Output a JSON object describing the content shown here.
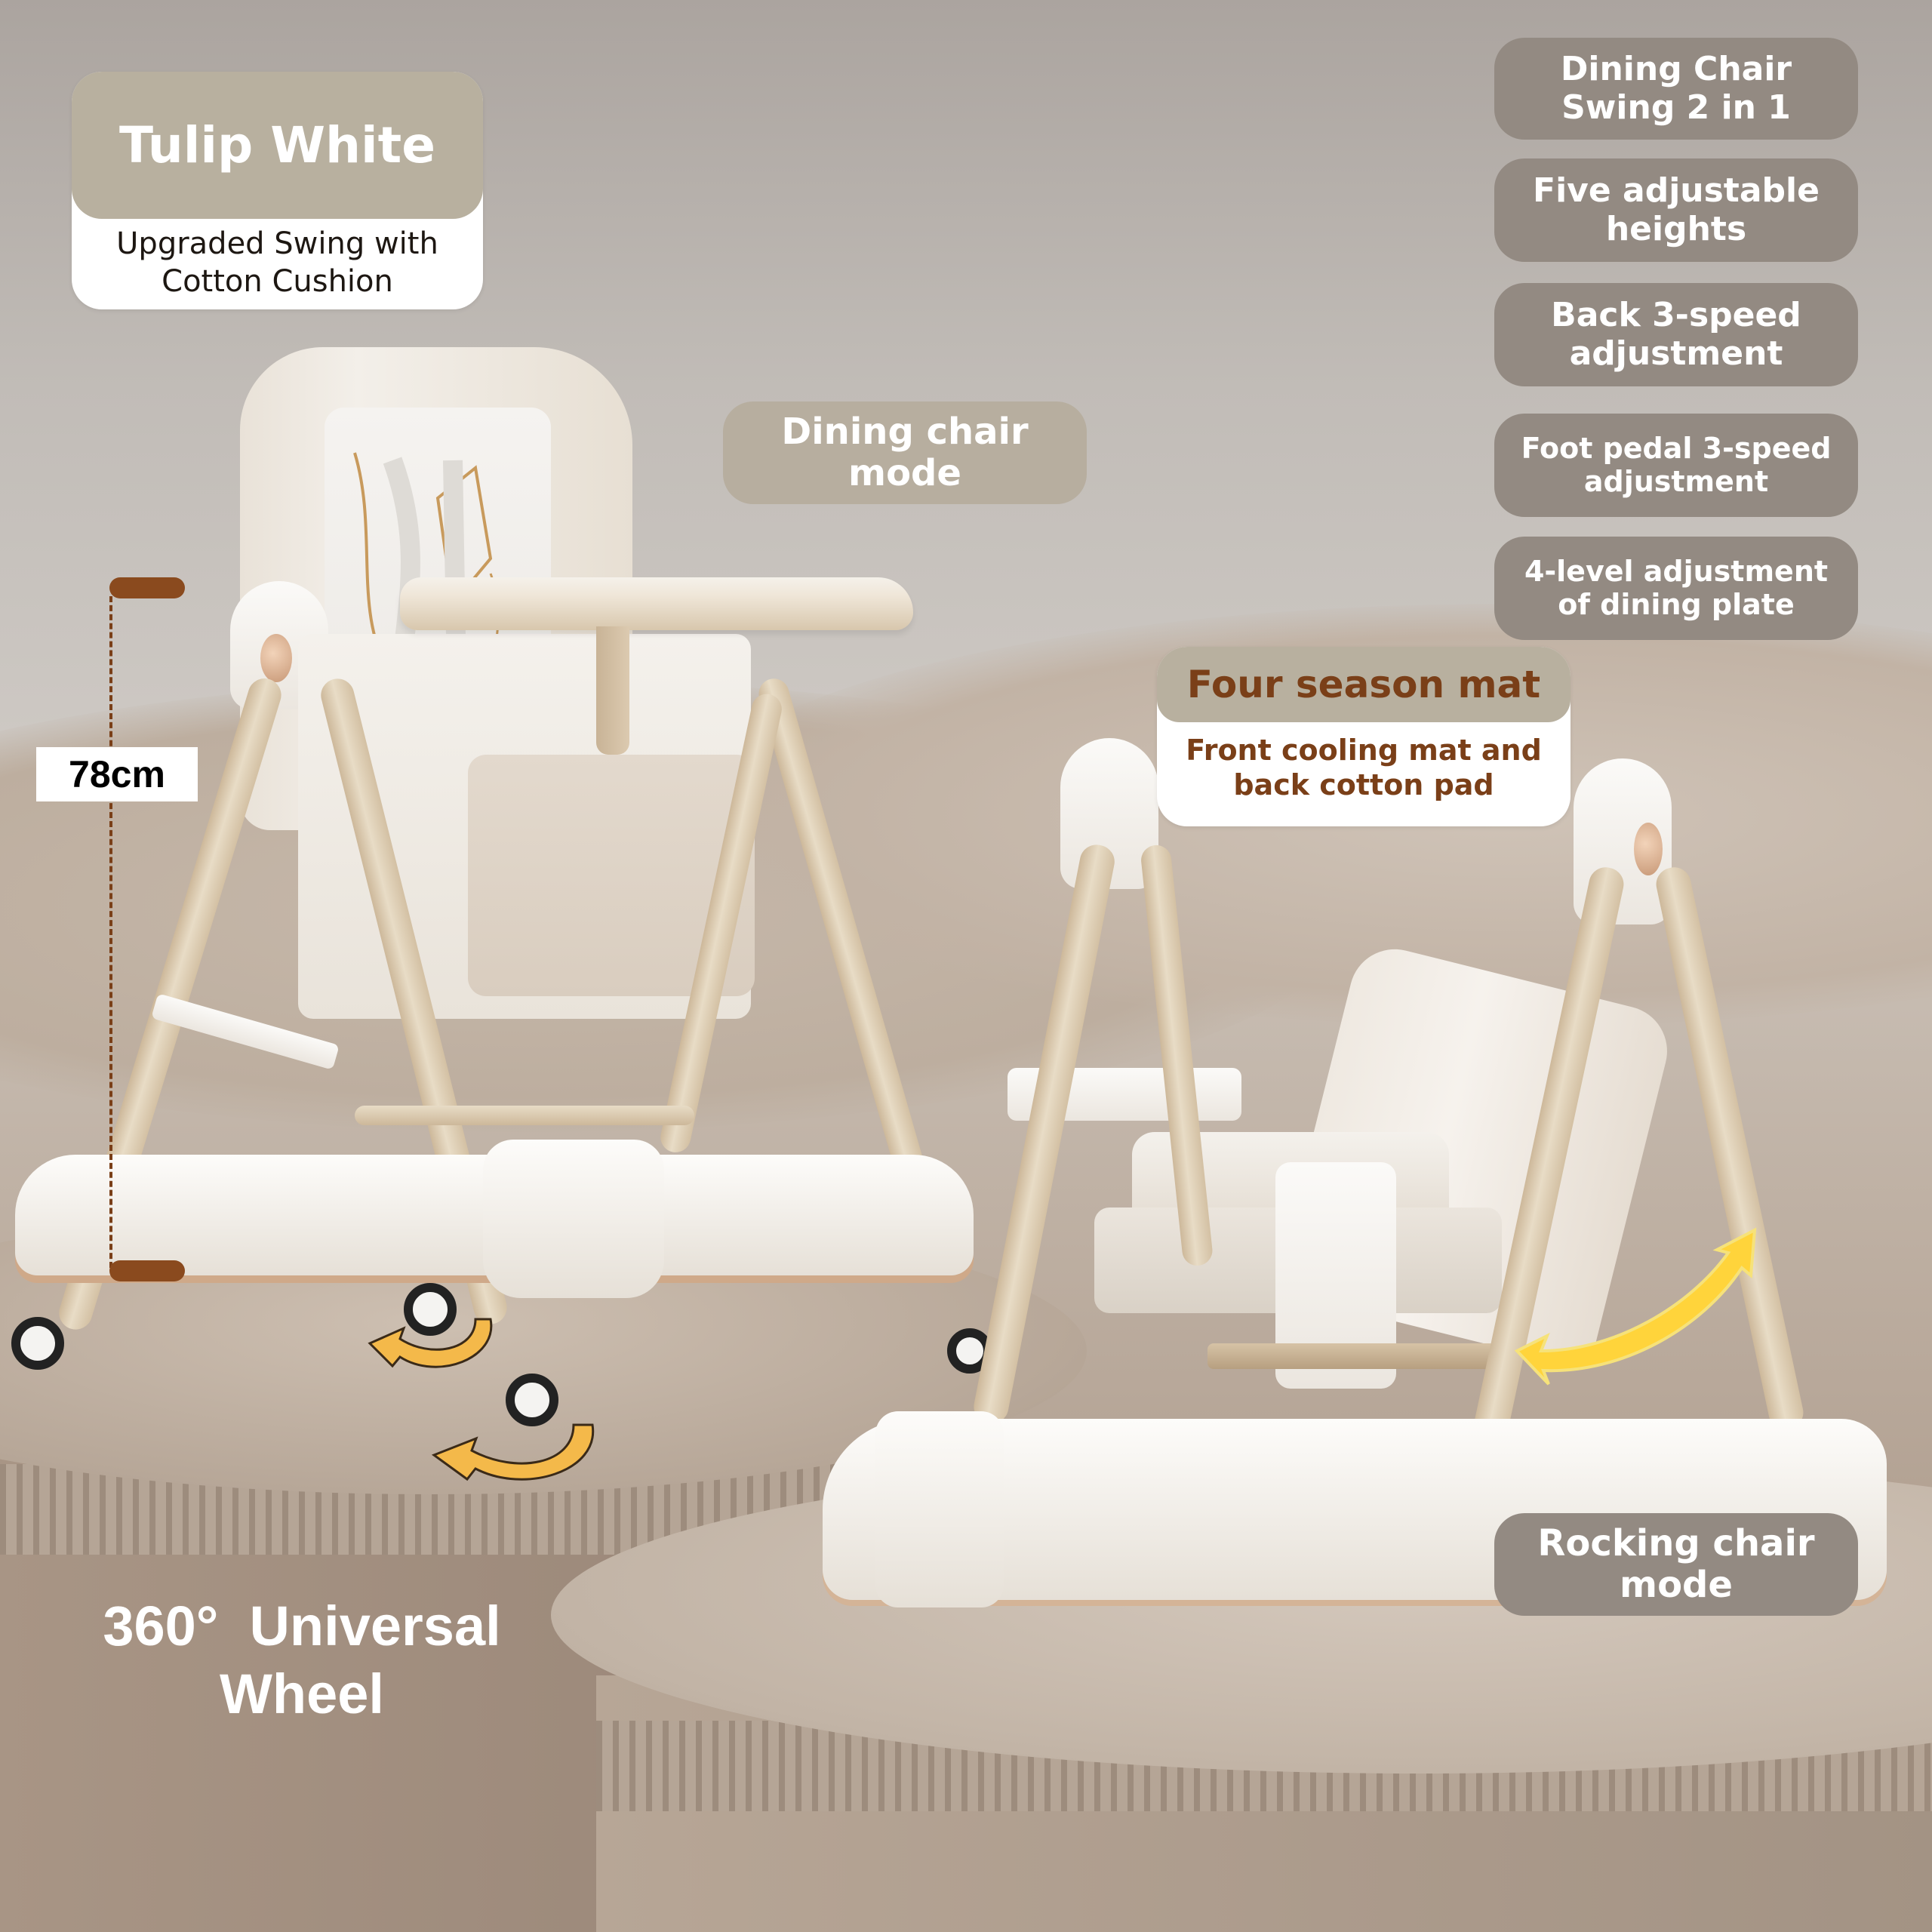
{
  "product": {
    "color_card": {
      "title": "Tulip White",
      "subtitle_line1": "Upgraded Swing with",
      "subtitle_line2": "Cotton Cushion"
    },
    "mode_labels": {
      "dining": {
        "line1": "Dining chair",
        "line2": "mode"
      },
      "rocking": {
        "line1": "Rocking chair",
        "line2": "mode"
      }
    },
    "features": [
      {
        "line1": "Dining Chair",
        "line2": "Swing 2 in 1"
      },
      {
        "line1": "Five adjustable",
        "line2": "heights"
      },
      {
        "line1": "Back 3-speed",
        "line2": "adjustment"
      },
      {
        "line1": "Foot pedal 3-speed",
        "line2": "adjustment"
      },
      {
        "line1": "4-level adjustment",
        "line2": "of dining plate"
      }
    ],
    "mat_card": {
      "title": "Four season mat",
      "desc_line1": "Front cooling mat and",
      "desc_line2": "back cotton pad"
    },
    "height_measure": {
      "value": "78cm"
    },
    "wheel_caption": {
      "line1": "360°  Universal",
      "line2": "Wheel"
    }
  },
  "colors": {
    "card_header": "#b8b09f",
    "pill_gray": "#938a82",
    "pill_tan": "#b7ae9f",
    "mat_text": "#7a3f18",
    "measure_brown": "#8a4a1e",
    "arrow_yellow": "#f7c842",
    "leg_wood": "#d8c6a8",
    "podium": "#a89585"
  }
}
